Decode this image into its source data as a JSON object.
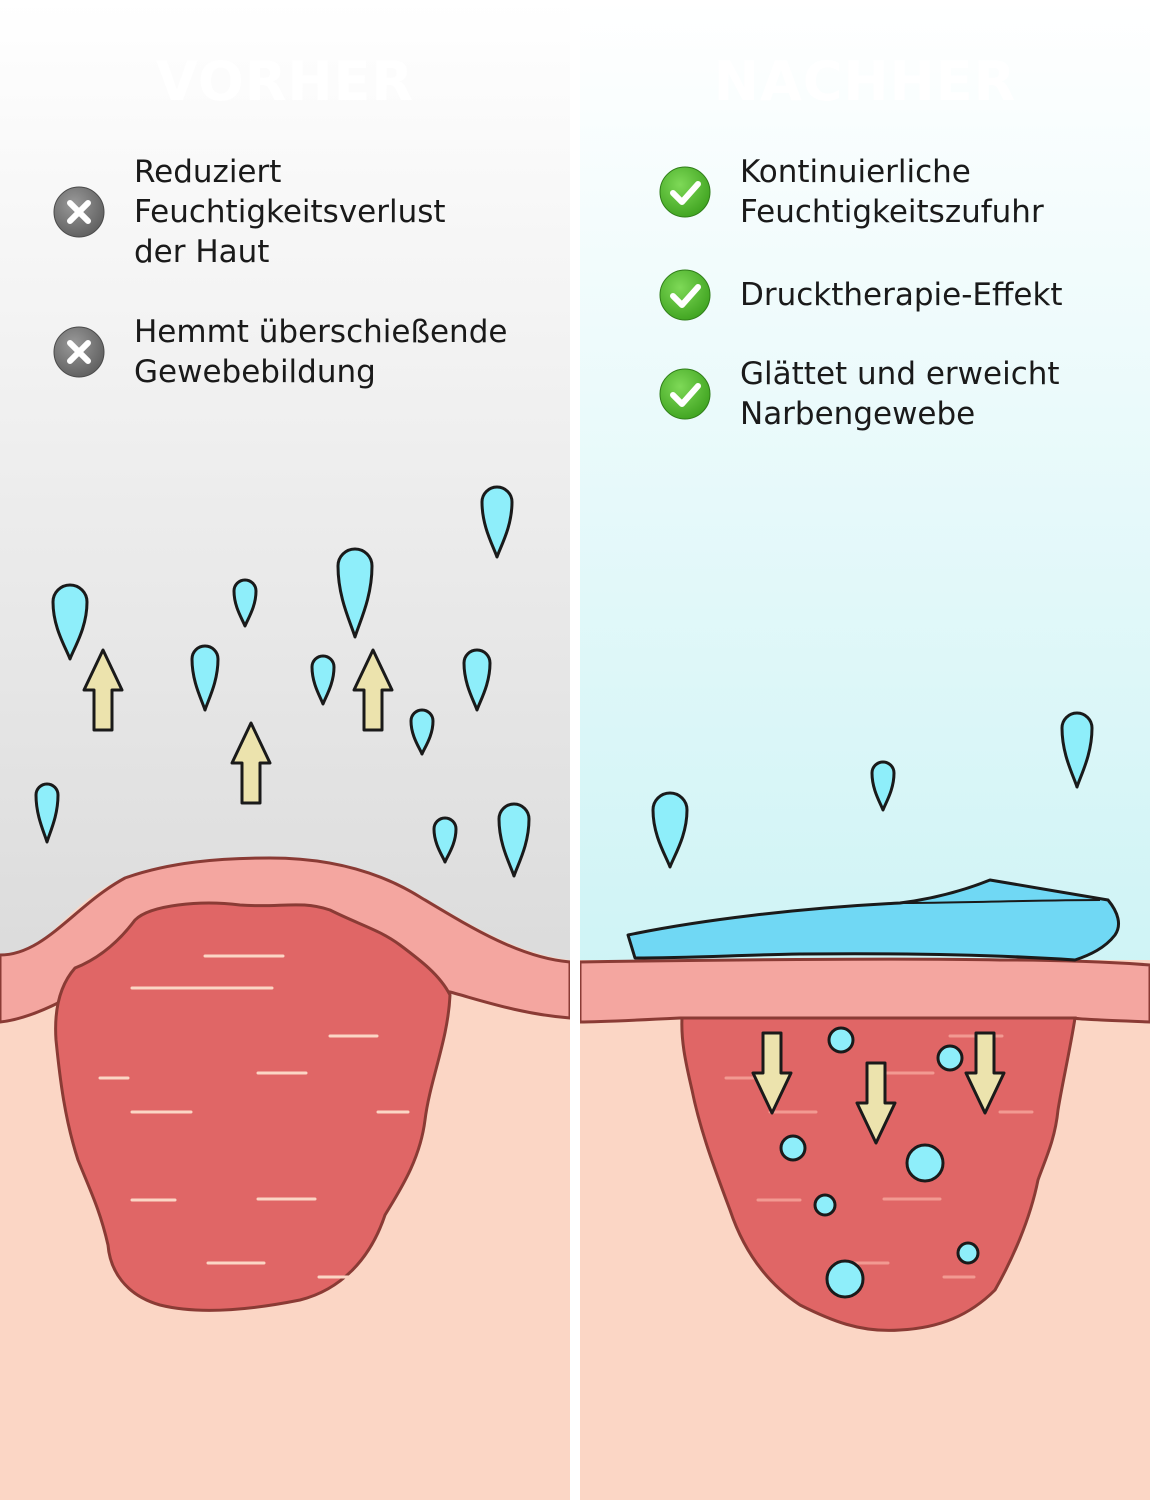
{
  "panels": {
    "before": {
      "heading": "VORHER",
      "items": [
        {
          "lines": [
            "Reduziert",
            "Feuchtigkeitsverlust",
            "der Haut"
          ],
          "icon": "x-circle-icon"
        },
        {
          "lines": [
            "Hemmt überschießende",
            "Gewebebildung"
          ],
          "icon": "x-circle-icon"
        }
      ]
    },
    "after": {
      "heading": "NACHHER",
      "items": [
        {
          "lines": [
            "Kontinuierliche",
            "Feuchtigkeitszufuhr"
          ],
          "icon": "check-circle-icon"
        },
        {
          "lines": [
            "Drucktherapie-Effekt"
          ],
          "icon": "check-circle-icon"
        },
        {
          "lines": [
            "Glättet und erweicht",
            "Narbengewebe"
          ],
          "icon": "check-circle-icon"
        }
      ]
    }
  },
  "colors": {
    "x_icon": "#6e6e6e",
    "check_icon": "#4ab52d",
    "droplet": "#8eeefa",
    "arrow": "#ece3ad",
    "scar": "#e06666",
    "skin_layer": "#f4a6a0",
    "tissue": "#fbd6c5",
    "silicone_sheet": "#70d8f4"
  }
}
